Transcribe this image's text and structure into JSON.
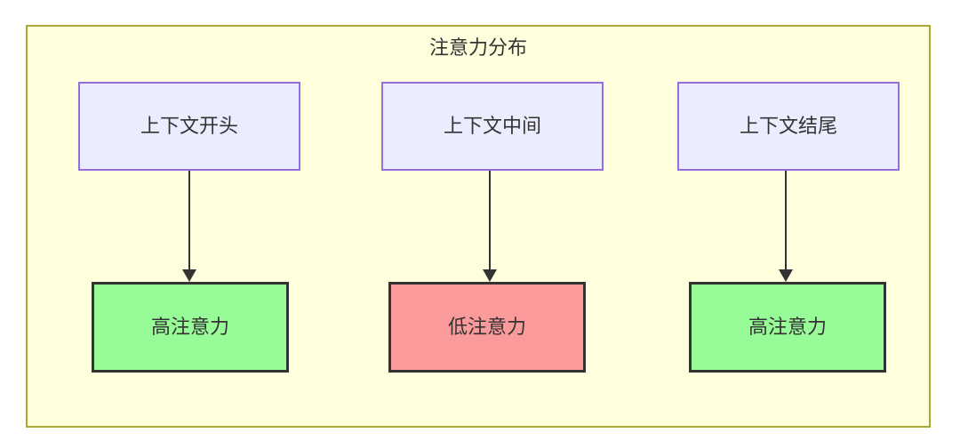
{
  "diagram": {
    "title": "注意力分布",
    "container": {
      "fill": "#ffffdd",
      "border": "#aaaa33"
    },
    "context_nodes": [
      {
        "id": "ctx-start",
        "label": "上下文开头",
        "fill": "#ececff",
        "border": "#9370db"
      },
      {
        "id": "ctx-mid",
        "label": "上下文中间",
        "fill": "#ececff",
        "border": "#9370db"
      },
      {
        "id": "ctx-end",
        "label": "上下文结尾",
        "fill": "#ececff",
        "border": "#9370db"
      }
    ],
    "attention_nodes": [
      {
        "id": "attn-start",
        "label": "高注意力",
        "level": "high",
        "fill": "#97fb97",
        "border": "#333333"
      },
      {
        "id": "attn-mid",
        "label": "低注意力",
        "level": "low",
        "fill": "#fb9a9a",
        "border": "#333333"
      },
      {
        "id": "attn-end",
        "label": "高注意力",
        "level": "high",
        "fill": "#97fb97",
        "border": "#333333"
      }
    ],
    "edges": [
      {
        "from": "上下文开头",
        "to": "高注意力",
        "label": ""
      },
      {
        "from": "上下文中间",
        "to": "低注意力",
        "label": ""
      },
      {
        "from": "上下文结尾",
        "to": "高注意力",
        "label": ""
      }
    ],
    "edge_color": "#333333"
  }
}
